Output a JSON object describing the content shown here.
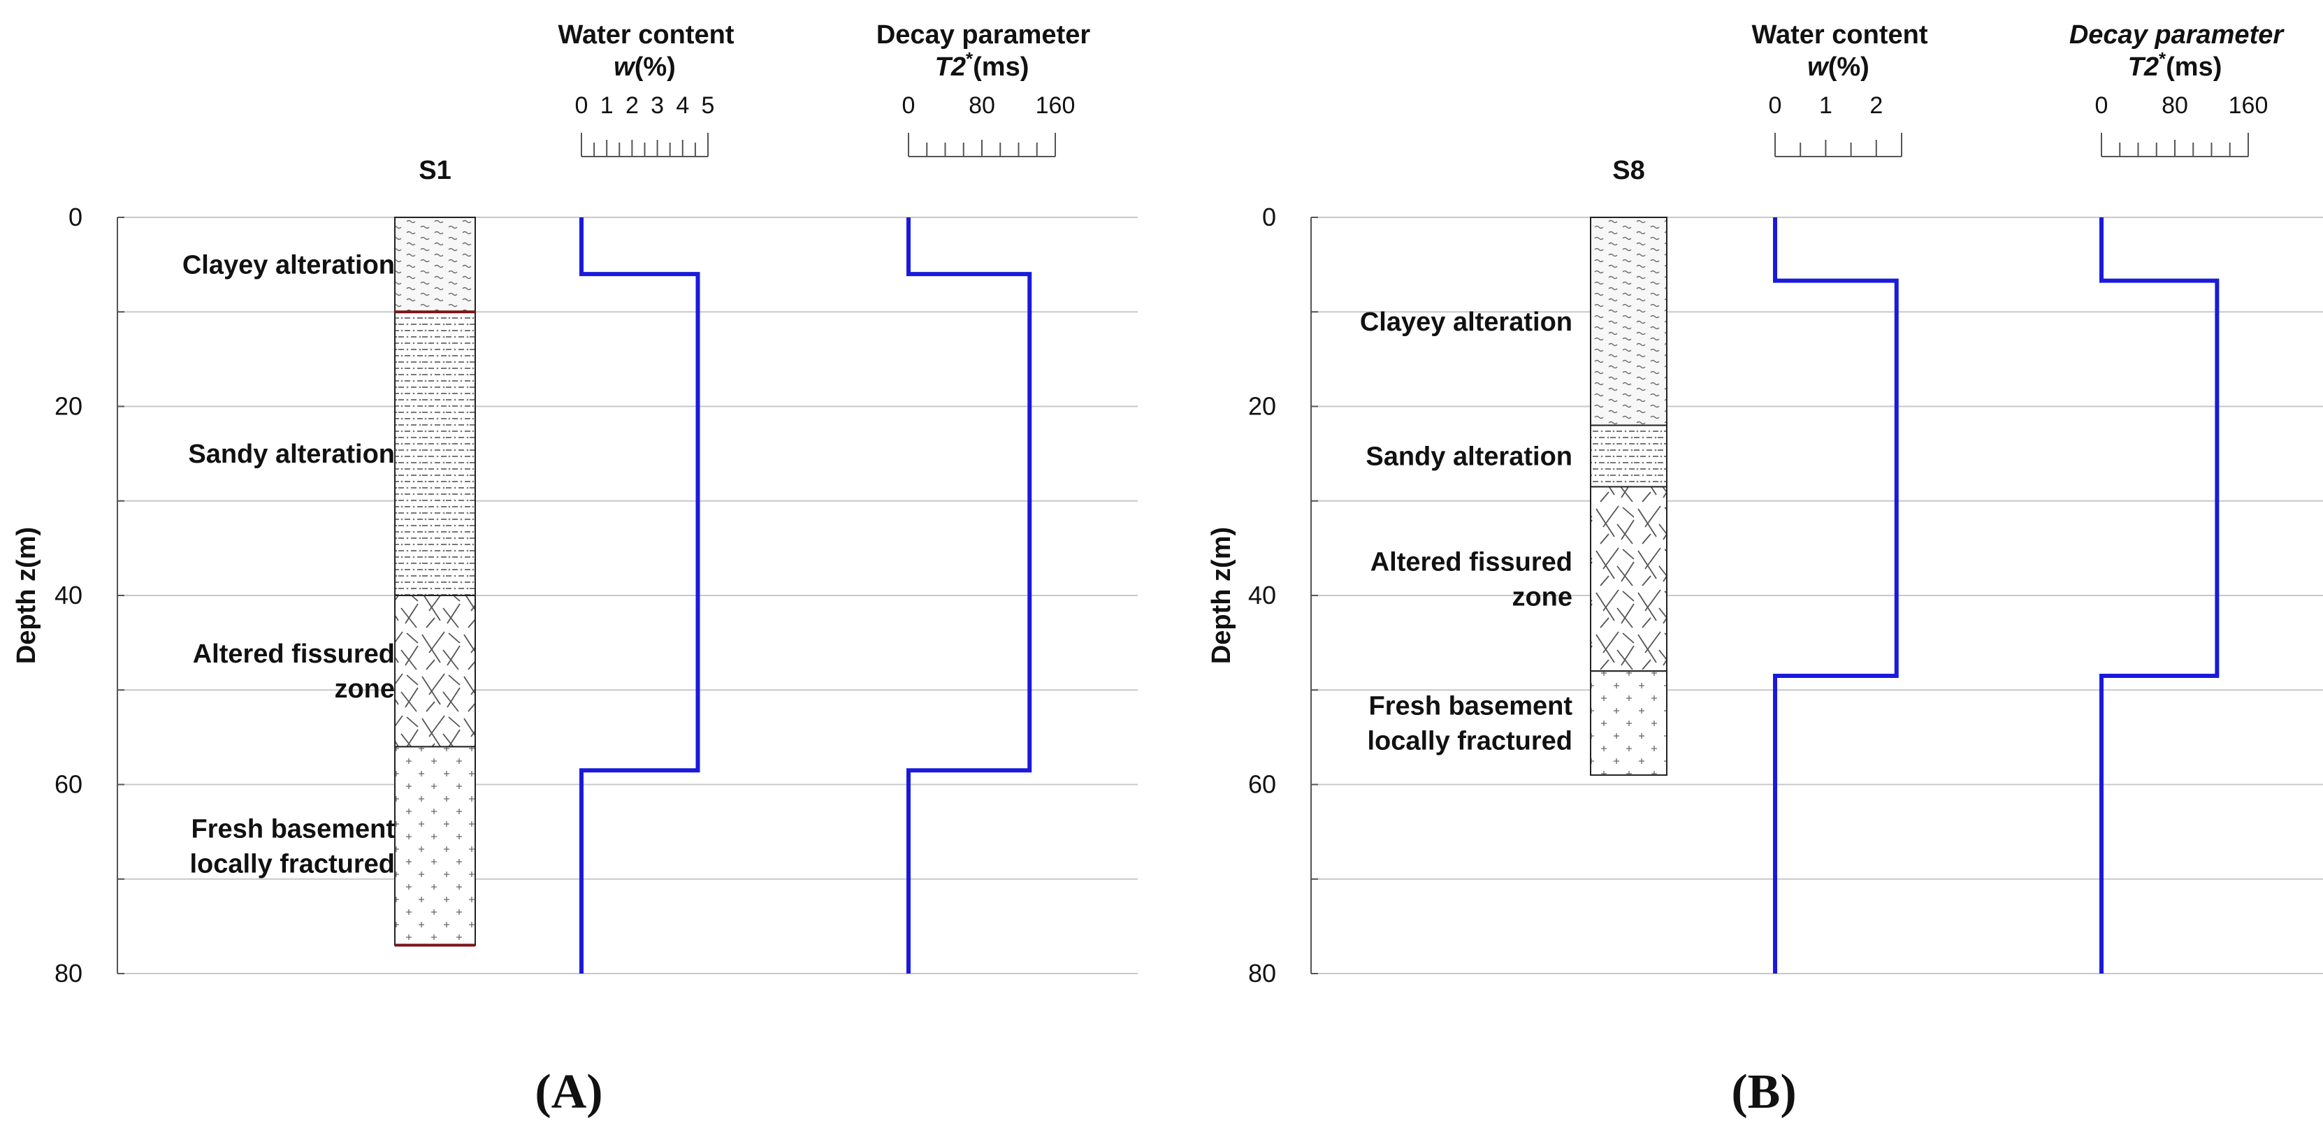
{
  "colors": {
    "profile_line": "#1a1adc",
    "grid": "#c8c8c8",
    "axis": "#555555",
    "layer_boundary_dark": "#7a1515"
  },
  "chart_data": [
    {
      "type": "line",
      "panel_label": "(A)",
      "borehole": "S1",
      "ylabel": "Depth z(m)",
      "ylim": [
        0,
        80
      ],
      "y_ticks": [
        0,
        20,
        40,
        60,
        80
      ],
      "y_gridlines": [
        0,
        10,
        20,
        30,
        40,
        50,
        60,
        70,
        80
      ],
      "layers": [
        {
          "name": "Clayey alteration",
          "label_lines": [
            "Clayey alteration"
          ],
          "top": 0,
          "bottom": 10,
          "pattern": "clay"
        },
        {
          "name": "Sandy alteration",
          "label_lines": [
            "Sandy alteration"
          ],
          "top": 10,
          "bottom": 40,
          "pattern": "sand"
        },
        {
          "name": "Altered fissured zone",
          "label_lines": [
            "Altered fissured",
            "zone"
          ],
          "top": 40,
          "bottom": 56,
          "pattern": "fissured"
        },
        {
          "name": "Fresh basement locally fractured",
          "label_lines": [
            "Fresh basement",
            "locally fractured"
          ],
          "top": 56,
          "bottom": 77,
          "pattern": "basement"
        }
      ],
      "water_content": {
        "title_line1": "Water content",
        "title_var": "w",
        "title_unit": "(%)",
        "tick_labels": [
          "0",
          "1",
          "2",
          "3",
          "4",
          "5"
        ],
        "xlim": [
          0,
          5
        ],
        "minor_step": 0.5,
        "profile": [
          {
            "depth": 0,
            "value": 0
          },
          {
            "depth": 6,
            "value": 0
          },
          {
            "depth": 6,
            "value": 4.6
          },
          {
            "depth": 58.5,
            "value": 4.6
          },
          {
            "depth": 58.5,
            "value": 0
          },
          {
            "depth": 80,
            "value": 0
          }
        ]
      },
      "decay": {
        "title_line1": "Decay parameter",
        "title_line1_italic": false,
        "title_var": "T2",
        "title_sup": "*",
        "title_unit": "(ms)",
        "tick_labels": [
          "0",
          "80",
          "160"
        ],
        "xlim": [
          0,
          160
        ],
        "minor_step": 20,
        "profile": [
          {
            "depth": 0,
            "value": 0
          },
          {
            "depth": 6,
            "value": 0
          },
          {
            "depth": 6,
            "value": 132
          },
          {
            "depth": 58.5,
            "value": 132
          },
          {
            "depth": 58.5,
            "value": 0
          },
          {
            "depth": 80,
            "value": 0
          }
        ]
      }
    },
    {
      "type": "line",
      "panel_label": "(B)",
      "borehole": "S8",
      "ylabel": "Depth z(m)",
      "ylim": [
        0,
        80
      ],
      "y_ticks": [
        0,
        20,
        40,
        60,
        80
      ],
      "y_gridlines": [
        0,
        10,
        20,
        30,
        40,
        50,
        60,
        70,
        80
      ],
      "layers": [
        {
          "name": "Clayey alteration",
          "label_lines": [
            "Clayey alteration"
          ],
          "top": 0,
          "bottom": 22,
          "pattern": "clay"
        },
        {
          "name": "Sandy alteration",
          "label_lines": [
            "Sandy alteration"
          ],
          "top": 22,
          "bottom": 28.5,
          "pattern": "sand"
        },
        {
          "name": "Altered fissured zone",
          "label_lines": [
            "Altered fissured",
            "zone"
          ],
          "top": 28.5,
          "bottom": 48,
          "pattern": "fissured"
        },
        {
          "name": "Fresh basement locally fractured",
          "label_lines": [
            "Fresh basement",
            "locally fractured"
          ],
          "top": 48,
          "bottom": 59,
          "pattern": "basement"
        }
      ],
      "water_content": {
        "title_line1": "Water content",
        "title_var": "w",
        "title_unit": "(%)",
        "tick_labels": [
          "0",
          "1",
          "2"
        ],
        "xlim": [
          0,
          2.5
        ],
        "minor_step": 0.5,
        "profile": [
          {
            "depth": 0,
            "value": 0
          },
          {
            "depth": 6.7,
            "value": 0
          },
          {
            "depth": 6.7,
            "value": 2.4
          },
          {
            "depth": 48.5,
            "value": 2.4
          },
          {
            "depth": 48.5,
            "value": 0
          },
          {
            "depth": 80,
            "value": 0
          }
        ]
      },
      "decay": {
        "title_line1": "Decay parameter",
        "title_line1_italic": true,
        "title_var": "T2",
        "title_sup": "*",
        "title_unit": "(ms)",
        "tick_labels": [
          "0",
          "80",
          "160"
        ],
        "xlim": [
          0,
          160
        ],
        "minor_step": 20,
        "profile": [
          {
            "depth": 0,
            "value": 0
          },
          {
            "depth": 6.7,
            "value": 0
          },
          {
            "depth": 6.7,
            "value": 126
          },
          {
            "depth": 48.5,
            "value": 126
          },
          {
            "depth": 48.5,
            "value": 0
          },
          {
            "depth": 80,
            "value": 0
          }
        ]
      }
    }
  ]
}
